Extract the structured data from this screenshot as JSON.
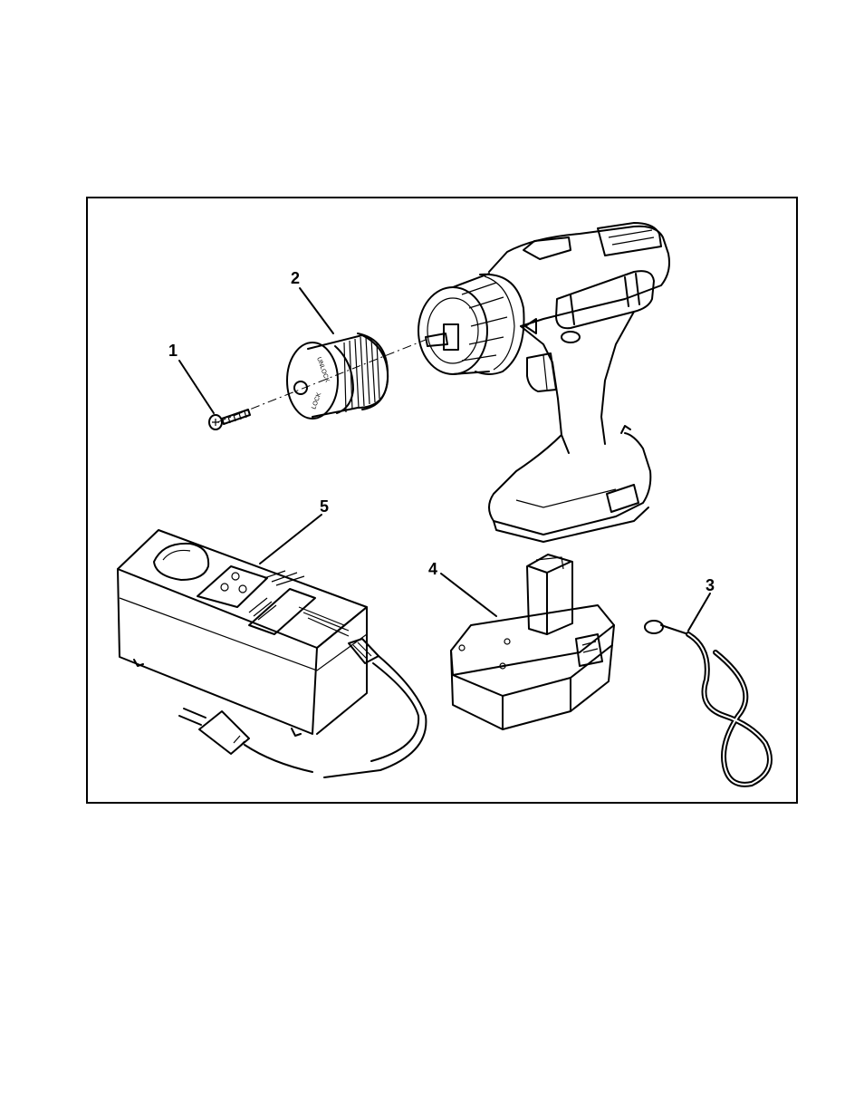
{
  "figure": {
    "callouts": [
      {
        "id": "screw",
        "label": "1"
      },
      {
        "id": "chuck",
        "label": "2"
      },
      {
        "id": "lanyard",
        "label": "3"
      },
      {
        "id": "battery",
        "label": "4"
      },
      {
        "id": "charger",
        "label": "5"
      }
    ],
    "chuck_markings": {
      "unlock": "UNLOCK",
      "lock": "LOCK"
    }
  }
}
